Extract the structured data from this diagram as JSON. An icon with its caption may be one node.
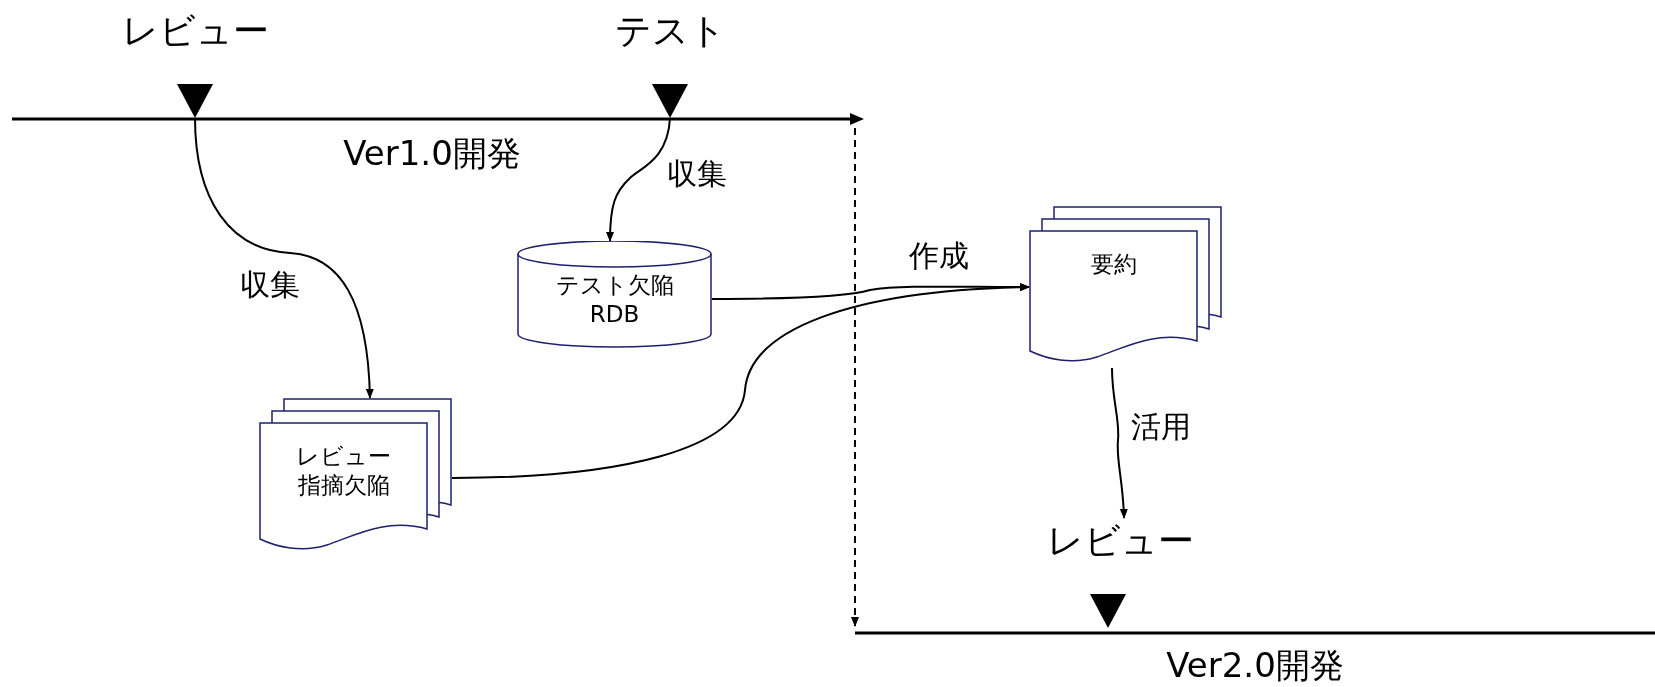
{
  "diagram": {
    "nodes": [
      {
        "text": [
          "レビュー"
        ]
      },
      {
        "text": [
          "テスト"
        ]
      },
      {
        "text": [
          "テスト欠陥 RDB"
        ]
      },
      {
        "text": [
          "レビュー指摘欠陥"
        ]
      },
      {
        "text": [
          "要約"
        ]
      },
      {
        "text": [
          "Ver2.0開発"
        ]
      },
      {
        "text": [
          "レビュー"
        ]
      }
    ],
    "edges": [
      {
        "from": 0,
        "to": 3,
        "arrow": "to",
        "label": "収集"
      },
      {
        "from": 1,
        "to": 2,
        "arrow": "to",
        "label": "収集"
      },
      {
        "from": 2,
        "to": 4,
        "arrow": "to",
        "label": "作成"
      },
      {
        "from": 3,
        "to": 4,
        "arrow": "to"
      },
      {
        "from": null,
        "to": 5,
        "arrow": "to",
        "style": "dashed"
      },
      {
        "from": 4,
        "to": 6,
        "arrow": "to",
        "label": "活用"
      }
    ],
    "labels": [
      "Ver1.0開発"
    ]
  }
}
